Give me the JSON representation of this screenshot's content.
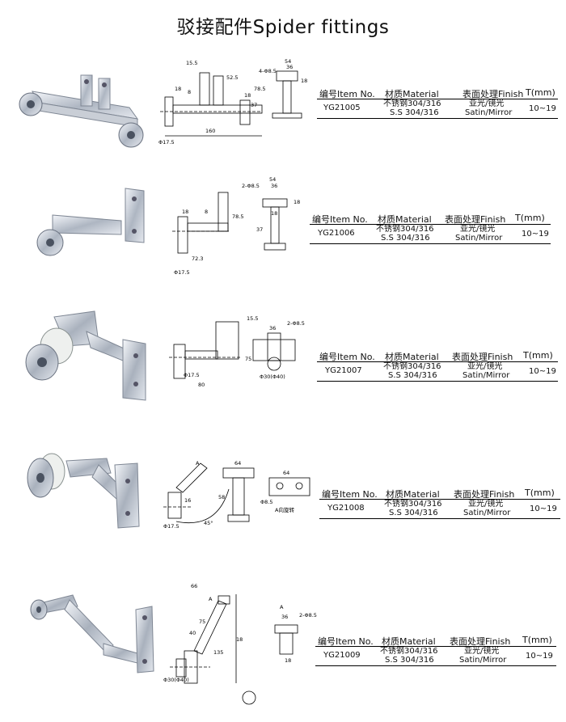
{
  "page": {
    "title": "驳接配件Spider fittings"
  },
  "headers": {
    "item": "编号Item No.",
    "material": "材质Material",
    "finish": "表面处理Finish",
    "thickness": "T(mm)"
  },
  "products": [
    {
      "item_no": "YG21005",
      "material_cn": "不锈钢304/316",
      "material_en": "S.S 304/316",
      "finish_cn": "亚光/镜光",
      "finish_en": "Satin/Mirror",
      "thickness": "10~19",
      "dims": [
        "15.5",
        "18",
        "8",
        "52.5",
        "78.5",
        "18",
        "37",
        "160",
        "Φ17.5",
        "4-Φ8.5",
        "54",
        "36",
        "18"
      ]
    },
    {
      "item_no": "YG21006",
      "material_cn": "不锈钢304/316",
      "material_en": "S.S 304/316",
      "finish_cn": "亚光/镜光",
      "finish_en": "Satin/Mirror",
      "thickness": "10~19",
      "dims": [
        "18",
        "8",
        "78.5",
        "72.3",
        "Φ17.5",
        "2-Φ8.5",
        "54",
        "36",
        "18",
        "18",
        "37"
      ]
    },
    {
      "item_no": "YG21007",
      "material_cn": "不锈钢304/316",
      "material_en": "S.S 304/316",
      "finish_cn": "亚光/镜光",
      "finish_en": "Satin/Mirror",
      "thickness": "10~19",
      "dims": [
        "15.5",
        "36",
        "2-Φ8.5",
        "75",
        "Φ17.5",
        "80",
        "Φ30(Φ40)"
      ]
    },
    {
      "item_no": "YG21008",
      "material_cn": "不锈钢304/316",
      "material_en": "S.S 304/316",
      "finish_cn": "亚光/镜光",
      "finish_en": "Satin/Mirror",
      "thickness": "10~19",
      "dims": [
        "A",
        "64",
        "16",
        "Φ17.5",
        "58",
        "45°",
        "64",
        "Φ8.5",
        "A向旋转"
      ]
    },
    {
      "item_no": "YG21009",
      "material_cn": "不锈钢304/316",
      "material_en": "S.S 304/316",
      "finish_cn": "亚光/镜光",
      "finish_en": "Satin/Mirror",
      "thickness": "10~19",
      "dims": [
        "66",
        "A",
        "75",
        "40",
        "135",
        "18",
        "Φ30(Φ40)",
        "A",
        "36",
        "2-Φ8.5",
        "18"
      ]
    }
  ]
}
